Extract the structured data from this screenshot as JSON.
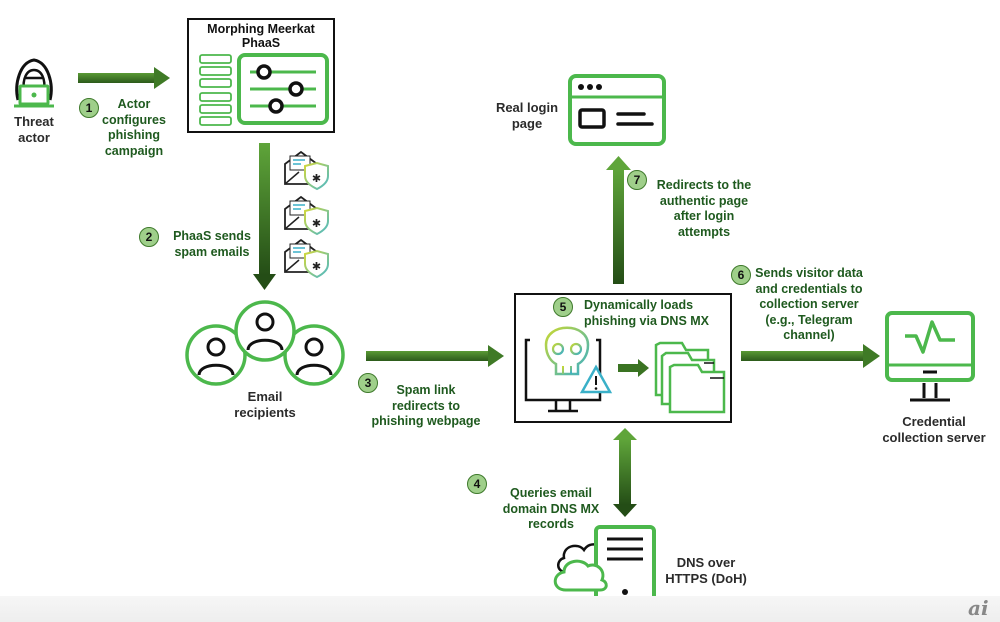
{
  "nodes": {
    "threat_actor": {
      "label_line1": "Threat",
      "label_line2": "actor"
    },
    "phaas": {
      "title_line1": "Morphing Meerkat",
      "title_line2": "PhaaS"
    },
    "email_recipients": {
      "label_line1": "Email",
      "label_line2": "recipients"
    },
    "real_login": {
      "label_line1": "Real login",
      "label_line2": "page"
    },
    "phishing_box": {
      "title_line1": "Dynamically loads",
      "title_line2": "phishing via DNS MX"
    },
    "credential_server": {
      "label_line1": "Credential",
      "label_line2": "collection server"
    },
    "doh": {
      "label_line1": "DNS over",
      "label_line2": "HTTPS (DoH)"
    }
  },
  "steps": [
    {
      "number": "1",
      "lines": [
        "Actor",
        "configures",
        "phishing",
        "campaign"
      ]
    },
    {
      "number": "2",
      "lines": [
        "PhaaS sends",
        "spam emails"
      ]
    },
    {
      "number": "3",
      "lines": [
        "Spam link",
        "redirects to",
        "phishing webpage"
      ]
    },
    {
      "number": "4",
      "lines": [
        "Queries email",
        "domain DNS MX",
        "records"
      ]
    },
    {
      "number": "5",
      "lines": [
        "Dynamically loads",
        "phishing via DNS MX"
      ]
    },
    {
      "number": "6",
      "lines": [
        "Sends visitor data",
        "and credentials to",
        "collection server",
        "(e.g., Telegram",
        "channel)"
      ]
    },
    {
      "number": "7",
      "lines": [
        "Redirects to the",
        "authentic page",
        "after login",
        "attempts"
      ]
    }
  ],
  "watermark": "ai",
  "colors": {
    "accent_green": "#4cb84c",
    "arrow_dark": "#2f5e1d",
    "arrow_light": "#4e8f2e",
    "badge_fill": "#9fcf8a",
    "text_green": "#1f5a1f"
  }
}
